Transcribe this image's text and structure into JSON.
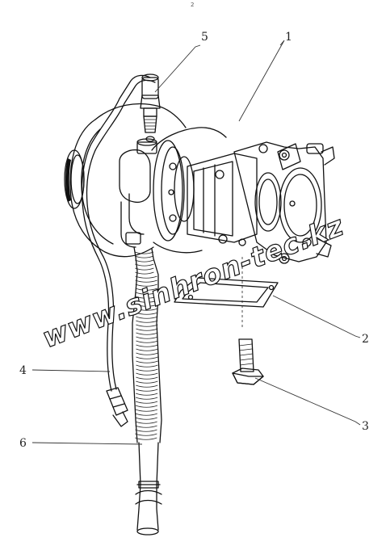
{
  "callouts": {
    "c1": "1",
    "c2": "2",
    "c3": "3",
    "c4": "4",
    "c5": "5",
    "c6": "6"
  },
  "watermark": "www.sinhron-tec.kz",
  "page_mark": "2"
}
